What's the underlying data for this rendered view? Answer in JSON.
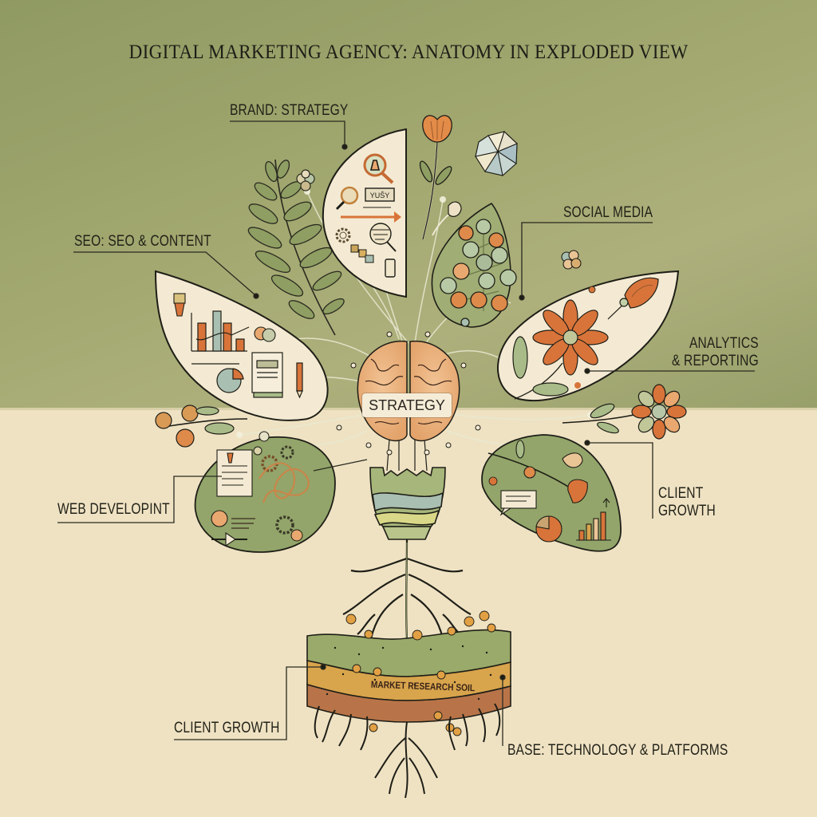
{
  "title": "DIGITAL MARKETING AGENCY: ANATOMY IN EXPLODED VIEW",
  "hub": {
    "label": "STRATEGY",
    "icon": "brain-icon"
  },
  "labels": {
    "brand": "BRAND: STRATEGY",
    "seo": "SEO: SEO & CONTENT",
    "social": "SOCIAL MEDIA",
    "analytics": "ANALYTICS\n& REPORTING",
    "web": "WEB DEVELOPINT",
    "client_growth_right": "CLIENT\nGROWTH",
    "client_growth_bottom": "CLIENT GROWTH",
    "base": "BASE: TECHNOLOGY & PLATFORMS"
  },
  "soil": {
    "label": "MARKET RESEARCH SOIL",
    "layers": [
      "topsoil",
      "sand",
      "clay"
    ]
  },
  "segments": [
    {
      "id": "brand",
      "shape": "half-leaf",
      "icons": [
        "magnifier-icon",
        "magnifier-icon",
        "word-badge-icon",
        "arrow-icon",
        "gear-icon",
        "puzzle-icon",
        "document-quill-icon",
        "phone-icon"
      ],
      "badge_text": "YUŠY"
    },
    {
      "id": "seo",
      "shape": "teardrop-leaf",
      "icons": [
        "bar-chart-icon",
        "arrow-icon",
        "pie-chart-icon",
        "scroll-document-icon",
        "pencil-icon",
        "acorn-icon"
      ]
    },
    {
      "id": "social",
      "shape": "leaf",
      "icons": [
        "berry-cluster-icon"
      ]
    },
    {
      "id": "analytics",
      "shape": "leaf",
      "icons": [
        "flower-icon",
        "bud-icon"
      ]
    },
    {
      "id": "web",
      "shape": "round-leaf",
      "icons": [
        "document-icon",
        "gear-icon",
        "gear-icon",
        "gear-icon",
        "tangled-wire-icon",
        "media-player-icon"
      ]
    },
    {
      "id": "client_growth",
      "shape": "round-leaf",
      "icons": [
        "rose-branch-icon",
        "chat-bubble-icon",
        "pie-chart-icon",
        "bar-chart-up-icon"
      ]
    }
  ],
  "decorations": [
    "fern-icon",
    "tulip-icon",
    "crystal-icon",
    "seed-pod-icon",
    "daisy-flower-icon",
    "berry-sprig-icon",
    "vase-stem-icon",
    "roots-icon",
    "lightbulb-icon"
  ],
  "colors": {
    "bg_top": "#a2a870",
    "bg_bottom": "#efe2c3",
    "leaf_cream": "#f4ead3",
    "leaf_green": "#93a56a",
    "accent_orange": "#d8743a",
    "accent_peach": "#e9a86f",
    "ink": "#1e1e17",
    "soil_green": "#9aaa6a",
    "soil_sand": "#d8a44c",
    "soil_clay": "#b87448",
    "sage_blue": "#a9bfb2"
  }
}
